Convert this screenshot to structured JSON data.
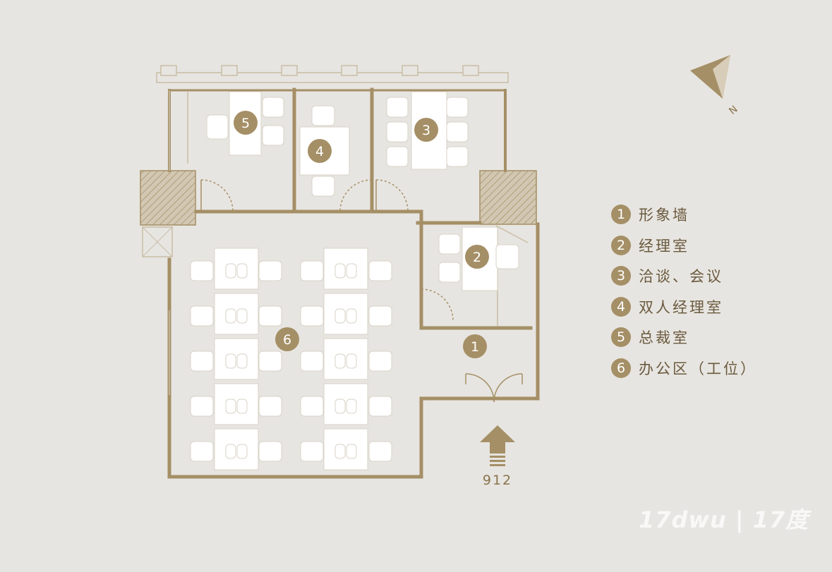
{
  "legend": [
    {
      "number": "1",
      "label": "形象墙"
    },
    {
      "number": "2",
      "label": "经理室"
    },
    {
      "number": "3",
      "label": "洽谈、会议"
    },
    {
      "number": "4",
      "label": "双人经理室"
    },
    {
      "number": "5",
      "label": "总裁室"
    },
    {
      "number": "6",
      "label": "办公区（工位）"
    }
  ],
  "room_markers": {
    "image_wall": "1",
    "manager_office": "2",
    "meeting_room": "3",
    "double_manager_office": "4",
    "president_office": "5",
    "open_office": "6"
  },
  "entrance": {
    "label": "912"
  },
  "compass": {
    "label": "N"
  },
  "watermark": {
    "text": "17dwu | 17度"
  },
  "colors": {
    "wall": "#a58f66",
    "accent": "#a58f66",
    "background": "#e7e5e1",
    "furniture_fill": "#ffffff",
    "furniture_stroke": "#d9d3c7"
  }
}
